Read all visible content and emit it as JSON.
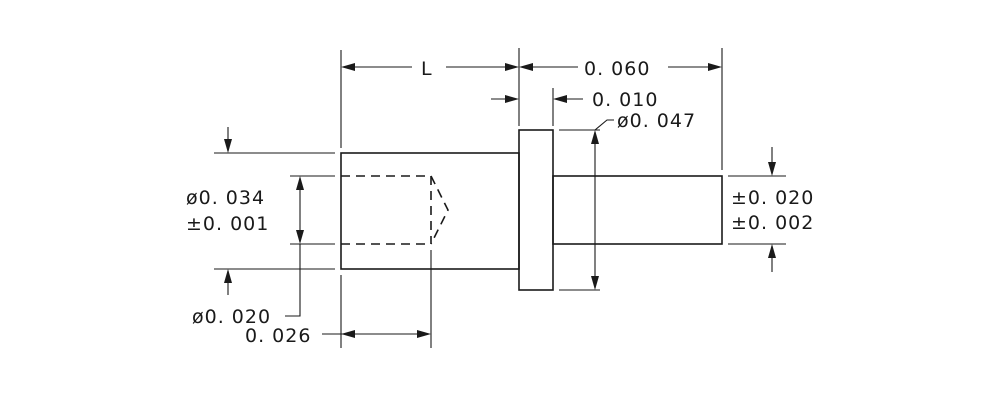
{
  "dimensions": {
    "length_label": "L",
    "overall_pin_length": "0. 060",
    "flange_thickness": "0. 010",
    "flange_diameter": "ø0. 047",
    "body_diameter": "ø0. 034",
    "body_tolerance": "±0. 001",
    "hole_diameter": "ø0. 020",
    "hole_depth": "0. 026",
    "pin_diameter": "±0. 020",
    "pin_tolerance": "±0. 002"
  }
}
